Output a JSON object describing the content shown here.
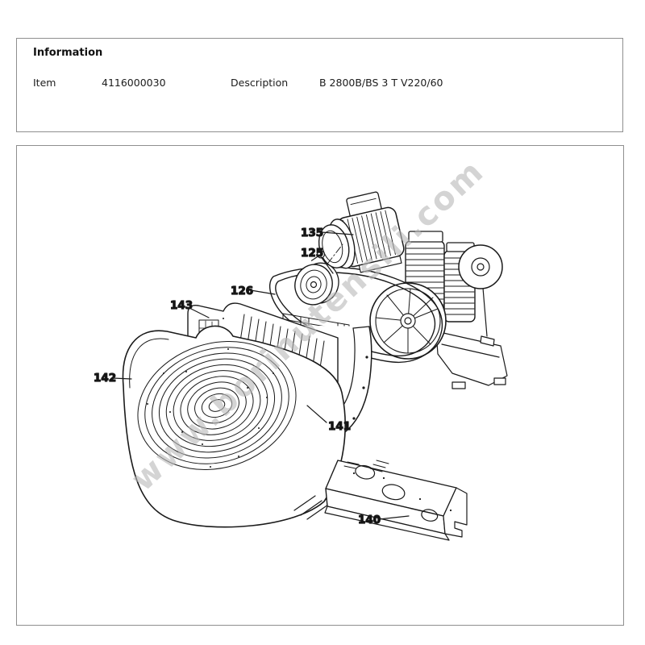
{
  "colors": {
    "background": "#ffffff",
    "panel_border": "#8f8f8f",
    "text": "#1a1a1a",
    "line_art": "#1a1a1a",
    "watermark": "#b8b8b8"
  },
  "info_panel": {
    "title": "Information",
    "fields": [
      {
        "label": "Item",
        "value": "4116000030"
      },
      {
        "label": "Description",
        "value": "B 2800B/BS 3 T V220/60"
      }
    ]
  },
  "diagram": {
    "watermark": "www.borinutensili.com",
    "part_labels": [
      "135",
      "125",
      "126",
      "143",
      "142",
      "141",
      "140"
    ]
  }
}
